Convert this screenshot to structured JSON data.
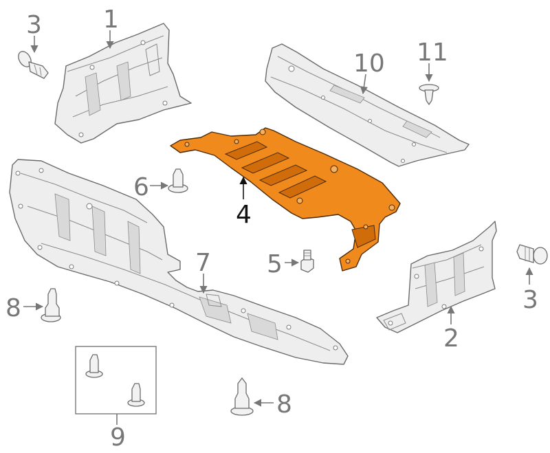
{
  "callouts": {
    "c1": "1",
    "c2": "2",
    "c3a": "3",
    "c3b": "3",
    "c4": "4",
    "c5": "5",
    "c6": "6",
    "c7": "7",
    "c8a": "8",
    "c8b": "8",
    "c9": "9",
    "c10": "10",
    "c11": "11"
  },
  "colors": {
    "highlight": "#f08a1c",
    "line": "#6a6a6a",
    "callout_text": "#777777",
    "highlight_callout": "#111111"
  },
  "highlighted_part": "4"
}
